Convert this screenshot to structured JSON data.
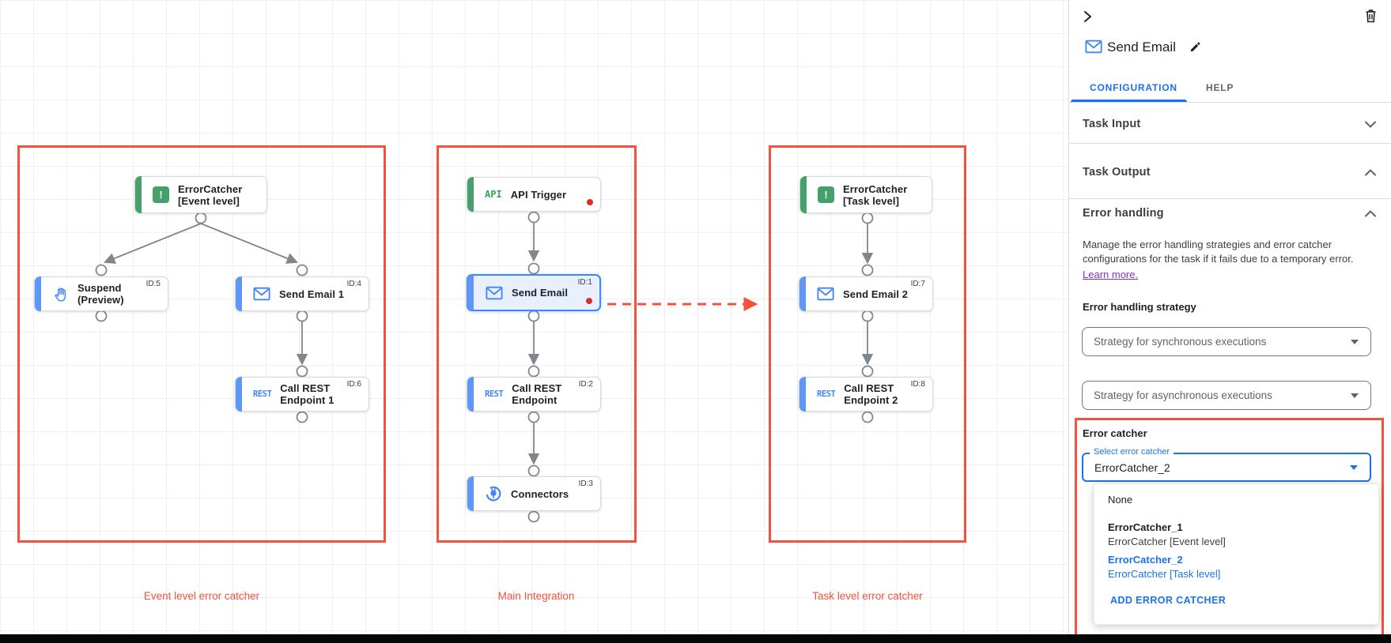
{
  "colors": {
    "accent_blue": "#1a73e8",
    "icon_blue": "#4285f4",
    "bar_blue": "#5e97f6",
    "green": "#45a06b",
    "api_green": "#34a853",
    "red_outline": "#f4513e",
    "red_dot": "#d93025",
    "edge_gray": "#80868b"
  },
  "icons": {
    "glyphs": {
      "exclaim": "!",
      "api": "API",
      "rest": "REST"
    },
    "names": [
      "collapse-chevron-icon",
      "trash-icon",
      "mail-icon",
      "edit-pencil-icon",
      "chevron-down-icon",
      "chevron-up-icon",
      "dropdown-caret-icon",
      "error-catcher-icon",
      "hand-icon",
      "rest-icon",
      "api-icon",
      "connector-icon"
    ]
  },
  "canvas": {
    "groups": [
      {
        "label": "Event level error catcher"
      },
      {
        "label": "Main Integration"
      },
      {
        "label": "Task level error catcher"
      }
    ],
    "nodes": {
      "ec_event": {
        "line1": "ErrorCatcher",
        "line2": "[Event level]"
      },
      "suspend": {
        "line1": "Suspend",
        "line2": "(Preview)",
        "id": "ID:5"
      },
      "send1": {
        "line1": "Send Email 1",
        "id": "ID:4"
      },
      "rest1": {
        "line1": "Call REST",
        "line2": "Endpoint 1",
        "id": "ID:6"
      },
      "api": {
        "line1": "API Trigger"
      },
      "send": {
        "line1": "Send Email",
        "id": "ID:1"
      },
      "rest": {
        "line1": "Call REST",
        "line2": "Endpoint",
        "id": "ID:2"
      },
      "connectors": {
        "line1": "Connectors",
        "id": "ID:3"
      },
      "ec_task": {
        "line1": "ErrorCatcher",
        "line2": "[Task level]"
      },
      "send2": {
        "line1": "Send Email 2",
        "id": "ID:7"
      },
      "rest2": {
        "line1": "Call REST",
        "line2": "Endpoint 2",
        "id": "ID:8"
      }
    }
  },
  "panel": {
    "title": "Send Email",
    "tabs": {
      "configuration": "CONFIGURATION",
      "help": "HELP"
    },
    "sections": {
      "task_input": "Task Input",
      "task_output": "Task Output",
      "error_handling": "Error handling"
    },
    "error_handling": {
      "description": "Manage the error handling strategies and error catcher configurations for the task if it fails due to a temporary error.",
      "learn_more": "Learn more.",
      "strategy_label": "Error handling strategy",
      "sync_placeholder": "Strategy for synchronous executions",
      "async_placeholder": "Strategy for asynchronous executions",
      "catcher_label": "Error catcher",
      "select_label": "Select error catcher",
      "select_value": "ErrorCatcher_2",
      "menu": {
        "none": "None",
        "items": [
          {
            "name": "ErrorCatcher_1",
            "desc": "ErrorCatcher [Event level]"
          },
          {
            "name": "ErrorCatcher_2",
            "desc": "ErrorCatcher [Task level]"
          }
        ],
        "add": "ADD ERROR CATCHER"
      }
    }
  }
}
